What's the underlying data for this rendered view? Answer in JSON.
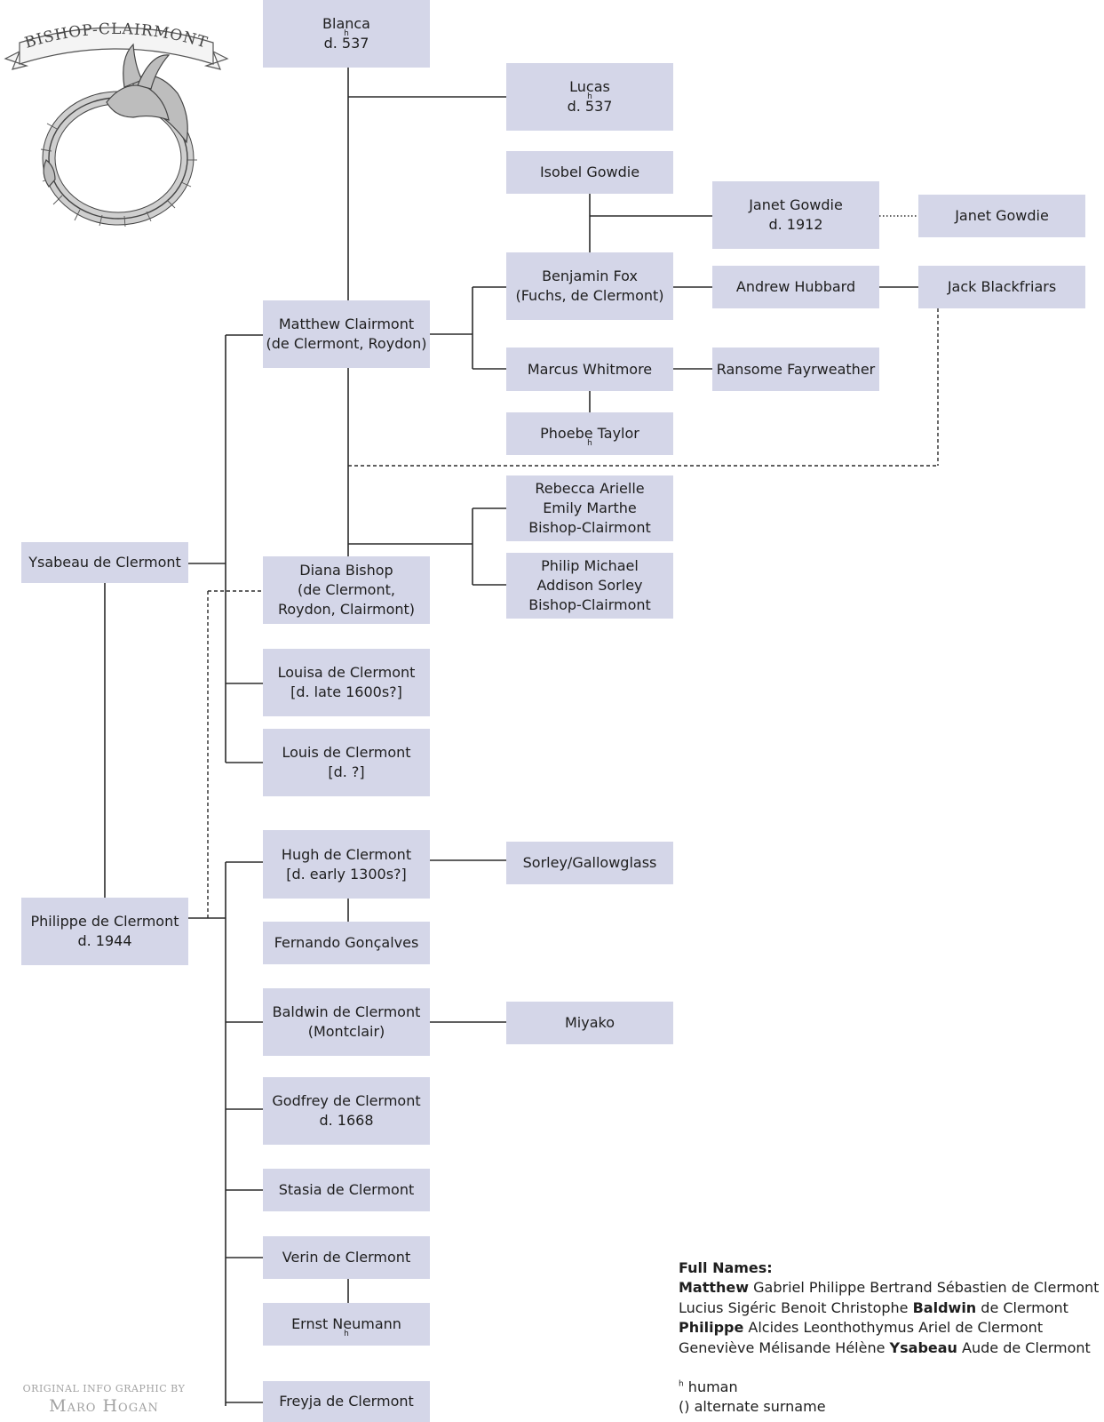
{
  "logo": {
    "banner_text": "BISHOP-CLAIRMONT",
    "emblem": "ouroboros-dragon"
  },
  "nodes": {
    "blanca": {
      "lines": [
        "Blanca",
        "d. 537"
      ],
      "sup": "h"
    },
    "lucas": {
      "lines": [
        "Lucas",
        "d. 537"
      ],
      "sup": "h"
    },
    "isobel": {
      "lines": [
        "Isobel Gowdie"
      ]
    },
    "janet1": {
      "lines": [
        "Janet Gowdie",
        "d. 1912"
      ]
    },
    "janet2": {
      "lines": [
        "Janet Gowdie"
      ]
    },
    "benjamin": {
      "lines": [
        "Benjamin Fox",
        "(Fuchs, de Clermont)"
      ]
    },
    "andrew": {
      "lines": [
        "Andrew Hubbard"
      ]
    },
    "jack": {
      "lines": [
        "Jack Blackfriars"
      ]
    },
    "matthew": {
      "lines": [
        "Matthew Clairmont",
        "(de Clermont, Roydon)"
      ]
    },
    "marcus": {
      "lines": [
        "Marcus Whitmore"
      ]
    },
    "ransome": {
      "lines": [
        "Ransome Fayrweather"
      ]
    },
    "phoebe": {
      "lines": [
        "Phoebe Taylor"
      ],
      "sup": "h"
    },
    "rebecca": {
      "lines": [
        "Rebecca Arielle",
        "Emily Marthe",
        "Bishop-Clairmont"
      ]
    },
    "philip": {
      "lines": [
        "Philip Michael",
        "Addison Sorley",
        "Bishop-Clairmont"
      ]
    },
    "ysabeau": {
      "lines": [
        "Ysabeau de Clermont"
      ]
    },
    "diana": {
      "lines": [
        "Diana Bishop",
        "(de Clermont,",
        "Roydon, Clairmont)"
      ]
    },
    "louisa": {
      "lines": [
        "Louisa de Clermont",
        "[d. late 1600s?]"
      ]
    },
    "louis": {
      "lines": [
        "Louis de Clermont",
        "[d. ?]"
      ]
    },
    "hugh": {
      "lines": [
        "Hugh de Clermont",
        "[d. early 1300s?]"
      ]
    },
    "sorley": {
      "lines": [
        "Sorley/Gallowglass"
      ]
    },
    "fernando": {
      "lines": [
        "Fernando Gonçalves"
      ]
    },
    "philippe": {
      "lines": [
        "Philippe de Clermont",
        "d. 1944"
      ]
    },
    "baldwin": {
      "lines": [
        "Baldwin de Clermont",
        "(Montclair)"
      ]
    },
    "miyako": {
      "lines": [
        "Miyako"
      ]
    },
    "godfrey": {
      "lines": [
        "Godfrey de Clermont",
        "d. 1668"
      ]
    },
    "stasia": {
      "lines": [
        "Stasia de Clermont"
      ]
    },
    "verin": {
      "lines": [
        "Verin de Clermont"
      ]
    },
    "ernst": {
      "lines": [
        "Ernst Neumann"
      ],
      "sup": "h"
    },
    "freyja": {
      "lines": [
        "Freyja de Clermont"
      ]
    }
  },
  "legend": {
    "heading": "Full Names:",
    "full_names": [
      {
        "pre": "",
        "bold": "Matthew",
        "post": " Gabriel Philippe Bertrand Sébastien de Clermont"
      },
      {
        "pre": "Lucius Sigéric Benoit Christophe ",
        "bold": "Baldwin",
        "post": " de Clermont"
      },
      {
        "pre": "",
        "bold": "Philippe",
        "post": " Alcides Leonthothymus Ariel de Clermont"
      },
      {
        "pre": "Geneviève Mélisande Hélène ",
        "bold": "Ysabeau",
        "post": " Aude de Clermont"
      }
    ],
    "key_human_symbol": "h",
    "key_human": " human",
    "key_alternate": "() alternate surname"
  },
  "credit": {
    "line1": "ORIGINAL INFO GRAPHIC BY",
    "line2": "Maro Hogan"
  },
  "colors": {
    "node_fill": "#d4d6e8",
    "line": "#2b2b2b",
    "text": "#1e1e1e",
    "credit": "#a2a2a2"
  }
}
